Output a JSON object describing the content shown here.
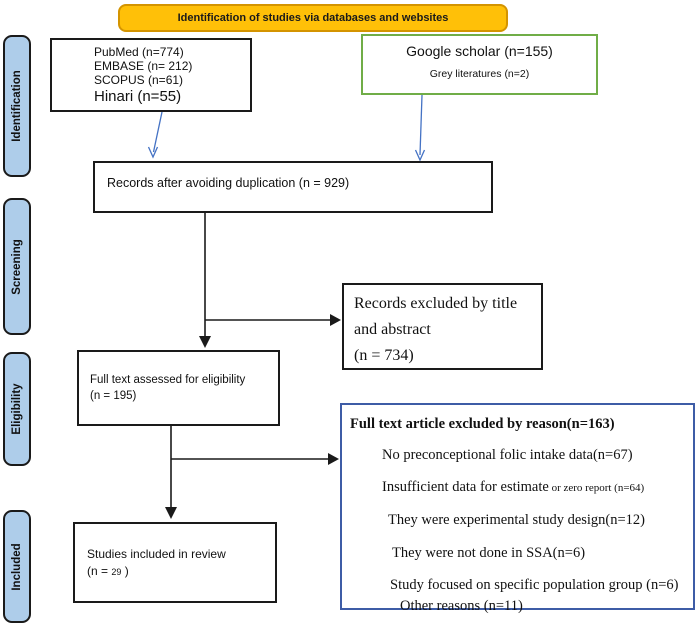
{
  "banner": {
    "label": "Identification of studies via databases and websites"
  },
  "sidebar": {
    "stages": [
      {
        "label": "Identification"
      },
      {
        "label": "Screening"
      },
      {
        "label": "Eligibility"
      },
      {
        "label": "Included"
      }
    ]
  },
  "boxes": {
    "databases": {
      "line1": "PubMed (n=774)",
      "line2": "EMBASE (n= 212)",
      "line3": "SCOPUS (n=61)",
      "line4": "Hinari (n=55)"
    },
    "google": {
      "title": "Google scholar (n=155)",
      "subtitle": "Grey literatures (n=2)"
    },
    "deduplication": {
      "label": "Records after avoiding duplication (n = 929)"
    },
    "excluded_title_abstract": {
      "line1": "Records excluded by title",
      "line2": "and abstract",
      "line3": "(n = 734)"
    },
    "full_text": {
      "line1": "Full text assessed for eligibility",
      "line2": "(n = 195)"
    },
    "excluded_reasons": {
      "title": "Full text article excluded by reason(n=163)",
      "items": [
        {
          "text": "No preconceptional folic intake data(n=67)"
        },
        {
          "text": "Insufficient data for estimate",
          "note": " or zero report (n=64)"
        },
        {
          "text": "They were experimental study design(n=12)"
        },
        {
          "text": "They were not done in SSA(n=6)"
        },
        {
          "text": "Study focused on specific population group (n=6)"
        },
        {
          "text": "Other reasons (n=11)"
        }
      ]
    },
    "included": {
      "line1": "Studies included in review",
      "n_prefix": "(n = ",
      "n_value": "29",
      "n_suffix": " )"
    }
  },
  "colors": {
    "banner_fill": "#FFC008",
    "banner_border": "#D49400",
    "stage_fill": "#AECDEA",
    "green_border": "#70AD47",
    "blue_border": "#3E5CA6",
    "arrow_blue": "#4472C4",
    "box_border": "#1a1a1a"
  }
}
